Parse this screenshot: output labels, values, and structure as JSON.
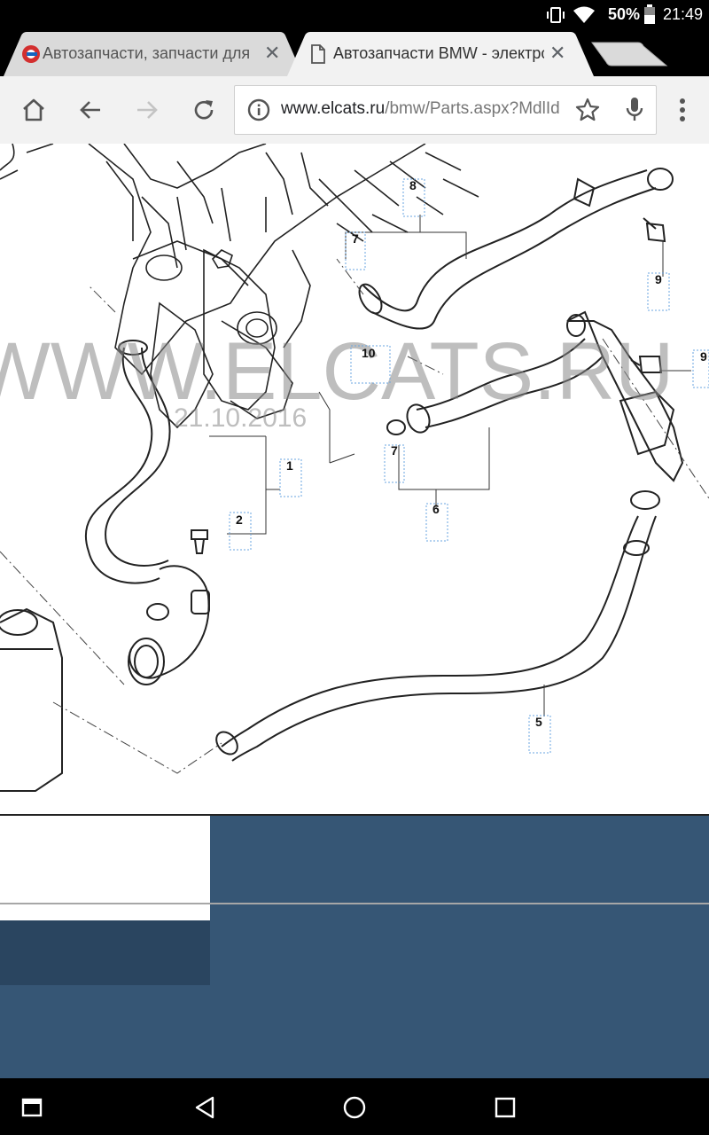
{
  "status_bar": {
    "battery_percent": "50%",
    "time": "21:49",
    "icons": [
      "vibrate-icon",
      "wifi-icon",
      "battery-icon"
    ]
  },
  "tabs": [
    {
      "title": "Автозапчасти, запчасти для ин",
      "favicon": "elcats-logo-icon",
      "active": false
    },
    {
      "title": "Автозапчасти BMW - электронн",
      "favicon": "page-icon",
      "active": true
    }
  ],
  "toolbar": {
    "url_host": "www.elcats.ru",
    "url_path": "/bmw/Parts.aspx?MdlId",
    "icons": [
      "home-icon",
      "back-icon",
      "forward-icon",
      "reload-icon",
      "info-icon",
      "bookmark-star-icon",
      "microphone-icon",
      "more-vert-icon"
    ]
  },
  "diagram": {
    "watermark": "WWW.ELCATS.RU",
    "date_stamp": "21.10.2016",
    "callouts": [
      "8",
      "7",
      "9",
      "10",
      "9",
      "1",
      "7",
      "2",
      "6",
      "5"
    ]
  },
  "nav_bar": {
    "icons": [
      "recent-apps-icon",
      "nav-back-icon",
      "nav-home-icon",
      "overview-icon"
    ]
  },
  "colors": {
    "panel_blue": "#365675",
    "panel_dark": "#2a4560",
    "active_tab": "#f2f2f2",
    "inactive_tab": "#dadada"
  }
}
